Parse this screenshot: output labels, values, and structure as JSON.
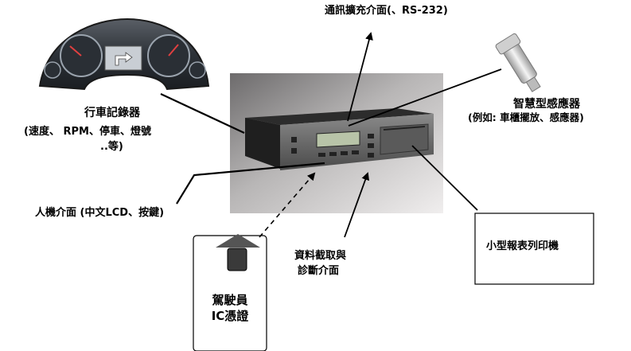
{
  "labels": {
    "comm": "通訊擴充介面(、RS-232)",
    "sensor_title": "智慧型感應器",
    "sensor_sub": "(例如: 車櫃擺放、感應器)",
    "recorder_title": "行車記錄器",
    "recorder_sub1": "(速度、 RPM、停車、燈號",
    "recorder_sub2": "..等)",
    "hmi": "人機介面 (中文LCD、按鍵)",
    "data_line1": "資料截取與",
    "data_line2": "診斷介面",
    "printer": "小型報表列印機",
    "driver_line1": "駕駛員",
    "driver_line2": "IC憑證"
  },
  "device_lcd": "",
  "colors": {
    "device_body": "#3a3a3a",
    "device_face": "#6a6a6a",
    "backdrop_dark": "#6d6b6c",
    "backdrop_light": "#e8e6e6",
    "lcd": "#b8c4a8",
    "arrow": "#000000"
  }
}
